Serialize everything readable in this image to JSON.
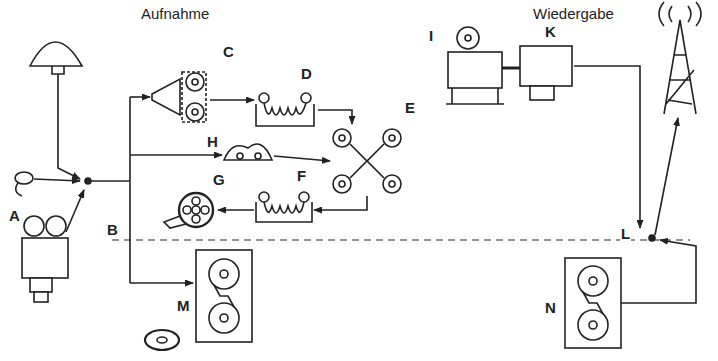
{
  "diagram": {
    "labels": [
      "Aufnahme",
      "Wiedergabe",
      "A",
      "B",
      "C",
      "D",
      "E",
      "F",
      "G",
      "H",
      "I",
      "K",
      "L",
      "M",
      "N"
    ]
  }
}
